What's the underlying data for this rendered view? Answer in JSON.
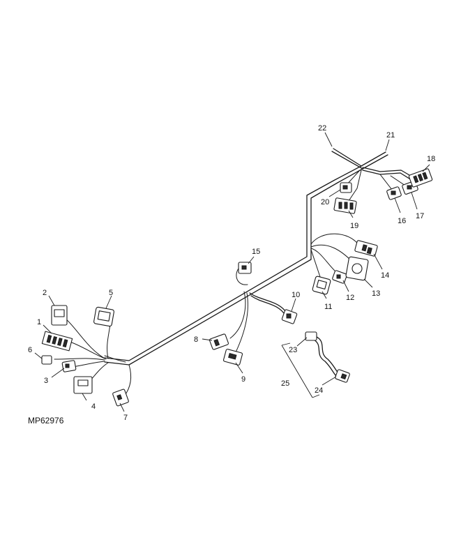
{
  "diagram": {
    "reference_code": "MP62976",
    "callouts": [
      "1",
      "2",
      "3",
      "4",
      "5",
      "6",
      "7",
      "8",
      "9",
      "10",
      "11",
      "12",
      "13",
      "14",
      "15",
      "16",
      "17",
      "18",
      "19",
      "20",
      "21",
      "22",
      "23",
      "24",
      "25"
    ]
  }
}
